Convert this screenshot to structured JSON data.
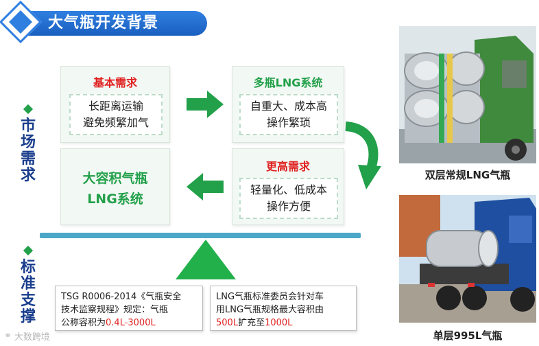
{
  "header": {
    "title": "大气瓶开发背景"
  },
  "sections": {
    "market": {
      "label": [
        "市",
        "场",
        "需",
        "求"
      ]
    },
    "standard": {
      "label": [
        "标",
        "准",
        "支",
        "撑"
      ]
    }
  },
  "cards": {
    "basic": {
      "title": "基本需求",
      "lines": [
        "长距离运输",
        "避免频繁加气"
      ]
    },
    "multi": {
      "title": "多瓶LNG系统",
      "lines": [
        "自重大、成本高",
        "操作繁琐"
      ]
    },
    "higher": {
      "title": "更高需求",
      "lines": [
        "轻量化、低成本",
        "操作方便"
      ]
    },
    "large": {
      "lines": [
        "大容积气瓶",
        "LNG系统"
      ]
    }
  },
  "standards": {
    "tsg": {
      "lines": [
        "TSG R0006-2014《气瓶安全",
        "技术监察规程》规定：气瓶"
      ],
      "last_prefix": "公称容积为",
      "last_red": "0.4L-3000L"
    },
    "lng": {
      "lines": [
        "LNG气瓶标准委员会针对车",
        "用LNG气瓶规格最大容积由"
      ],
      "red1": "500L",
      "mid": "扩充至",
      "red2": "1000L"
    }
  },
  "photos": {
    "top": {
      "caption": "双层常规LNG气瓶",
      "icon": "truck-double-cylinder-photo"
    },
    "bottom": {
      "caption": "单层995L气瓶",
      "icon": "truck-single-cylinder-photo"
    }
  },
  "watermark": {
    "text": "大数跨境"
  },
  "colors": {
    "accent_blue": "#2f7fe0",
    "green": "#22a04a",
    "red": "#e02020",
    "beam": "#4aa7c8"
  }
}
